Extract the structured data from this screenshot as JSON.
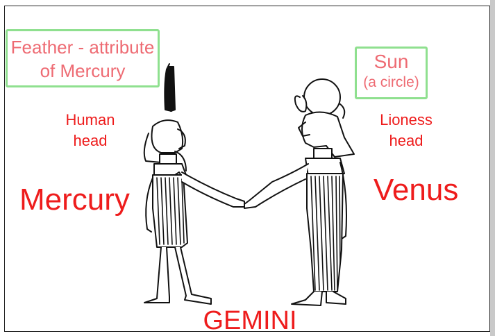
{
  "labels": {
    "feather_line1": "Feather - attribute",
    "feather_line2": "of Mercury",
    "sun": "Sun",
    "sun_note": "(a circle)",
    "human_line1": "Human",
    "human_line2": "head",
    "lioness_line1": "Lioness",
    "lioness_line2": "head",
    "mercury": "Mercury",
    "venus": "Venus",
    "gemini": "GEMINI"
  },
  "colors": {
    "label_red": "#ee1c1c",
    "box_text_pink": "#ee6b73",
    "box_border_green": "#8fe08f"
  }
}
